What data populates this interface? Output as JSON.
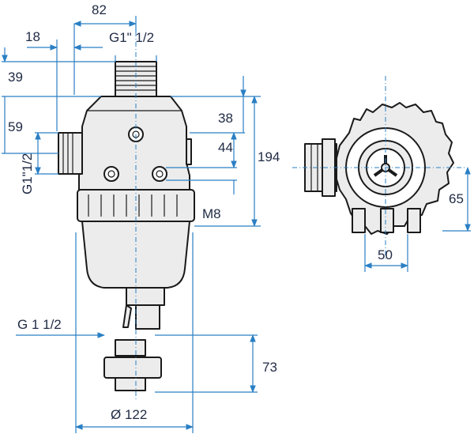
{
  "dimensions": {
    "d82": "82",
    "d18": "18",
    "thread_top": "G1\" 1/2",
    "d39": "39",
    "d59": "59",
    "thread_side": "G1\"1/2",
    "d38": "38",
    "d44": "44",
    "d194": "194",
    "m8": "M8",
    "g112": "G 1 1/2",
    "d73": "73",
    "d122": "Ø 122",
    "d65": "65",
    "d50": "50"
  },
  "colors": {
    "dimension_line": "#2a7fc4",
    "outline": "#1a1a1a",
    "fill": "#ececec"
  }
}
